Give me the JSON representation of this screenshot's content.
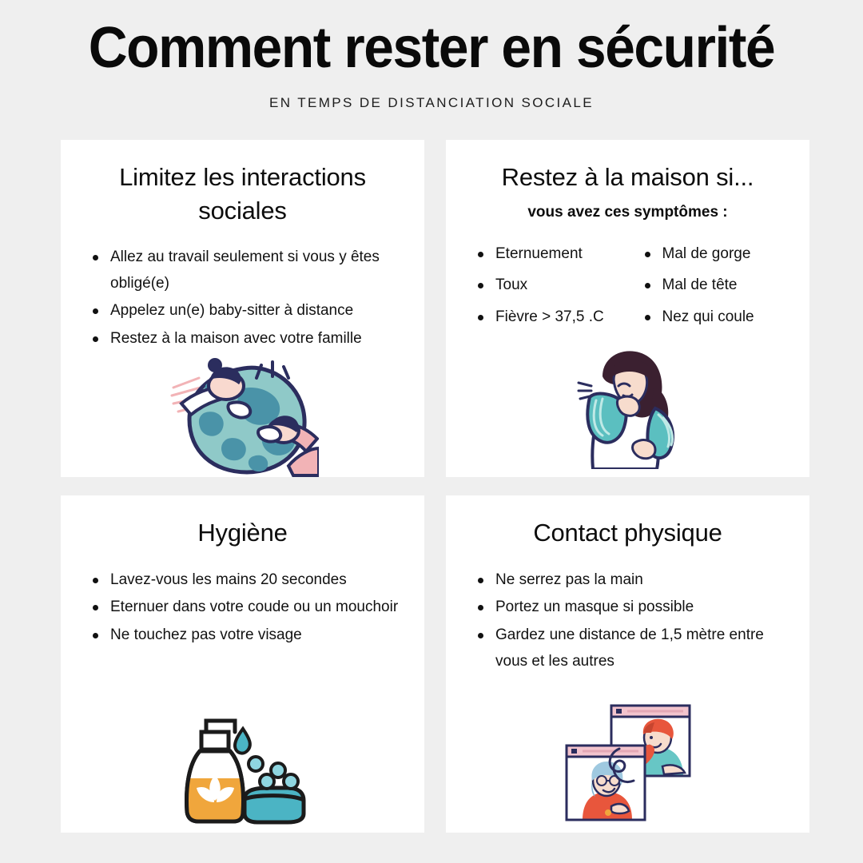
{
  "header": {
    "title": "Comment rester en sécurité",
    "subtitle": "EN TEMPS DE DISTANCIATION SOCIALE"
  },
  "colors": {
    "background": "#efefef",
    "card": "#ffffff",
    "text": "#111111",
    "globe_ocean": "#8fc9c8",
    "globe_land": "#4a93a8",
    "ink": "#2b2d5e",
    "pink": "#f2b3b6",
    "teal": "#5bbfc0",
    "orange": "#f0a63c",
    "soap_teal": "#4bb4c4",
    "coral": "#e8563c",
    "red_heart": "#e8563c",
    "hair_dark": "#3b2030",
    "hair_blue": "#9fc9e0",
    "window_pink": "#f3c4cd"
  },
  "cards": [
    {
      "title": "Limitez les interactions sociales",
      "bullets": [
        "Allez au travail seulement si vous y êtes obligé(e)",
        "Appelez un(e) baby-sitter à distance",
        "Restez à la maison avec votre famille"
      ],
      "illustration": "globe-hug-illustration"
    },
    {
      "title": "Restez à la maison si...",
      "subtitle": "vous avez ces symptômes :",
      "symptoms_left": [
        "Eternuement",
        "Toux",
        "Fièvre > 37,5 .C"
      ],
      "symptoms_right": [
        "Mal de gorge",
        "Mal de tête",
        "Nez qui coule"
      ],
      "illustration": "sneeze-into-elbow-illustration"
    },
    {
      "title": "Hygiène",
      "bullets": [
        "Lavez-vous les mains 20 secondes",
        "Eternuer dans votre coude ou un mouchoir",
        "Ne touchez pas votre visage"
      ],
      "illustration": "soap-dispenser-illustration"
    },
    {
      "title": "Contact physique",
      "bullets": [
        "Ne serrez pas la main",
        "Portez un masque si possible",
        "Gardez une distance de 1,5 mètre entre vous et les autres"
      ],
      "illustration": "video-call-illustration"
    }
  ]
}
